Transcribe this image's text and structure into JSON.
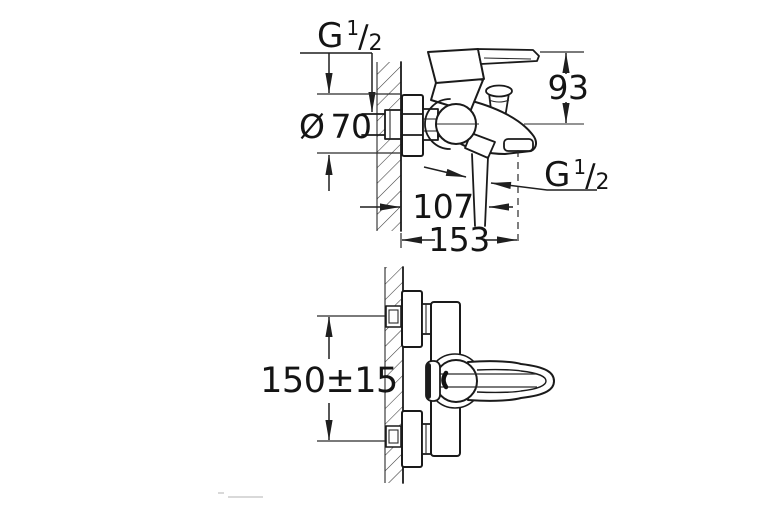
{
  "page": {
    "background": "#ffffff",
    "line_color": "#1a1a1a"
  },
  "labels": {
    "thread_top": {
      "prefix": "G",
      "sup": "1",
      "slash": "/",
      "sub": "2"
    },
    "thread_bottom": {
      "prefix": "G",
      "sup": "1",
      "slash": "/",
      "sub": "2"
    },
    "diameter": {
      "symbol": "Ø",
      "value": "70"
    },
    "height": "93",
    "offset_shower": "107",
    "offset_spout": "153",
    "spacing": "150±15"
  }
}
